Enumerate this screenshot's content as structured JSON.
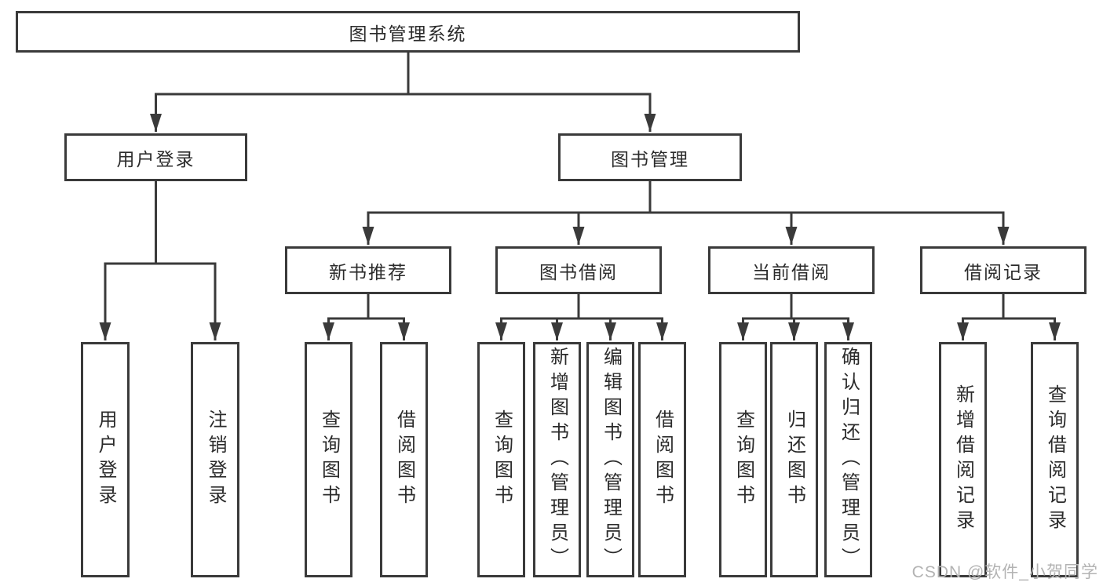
{
  "diagram": {
    "root": {
      "label": "图书管理系统"
    },
    "branches": [
      {
        "label": "用户登录",
        "children": [
          {
            "label": "用户登录"
          },
          {
            "label": "注销登录"
          }
        ]
      },
      {
        "label": "图书管理",
        "children": [
          {
            "label": "新书推荐",
            "children": [
              {
                "label": "查询图书"
              },
              {
                "label": "借阅图书"
              }
            ]
          },
          {
            "label": "图书借阅",
            "children": [
              {
                "label": "查询图书"
              },
              {
                "label": "新增图书（管理员）"
              },
              {
                "label": "编辑图书（管理员）"
              },
              {
                "label": "借阅图书"
              }
            ]
          },
          {
            "label": "当前借阅",
            "children": [
              {
                "label": "查询图书"
              },
              {
                "label": "归还图书"
              },
              {
                "label": "确认归还（管理员）"
              }
            ]
          },
          {
            "label": "借阅记录",
            "children": [
              {
                "label": "新增借阅记录"
              },
              {
                "label": "查询借阅记录"
              }
            ]
          }
        ]
      }
    ],
    "watermark": "CSDN @软件_小贺同学",
    "colors": {
      "line": "#3a3a3a",
      "box_border": "#3a3a3a",
      "box_background": "#ffffff",
      "text": "#2b2b2b",
      "watermark": "#b3b3b3"
    }
  }
}
